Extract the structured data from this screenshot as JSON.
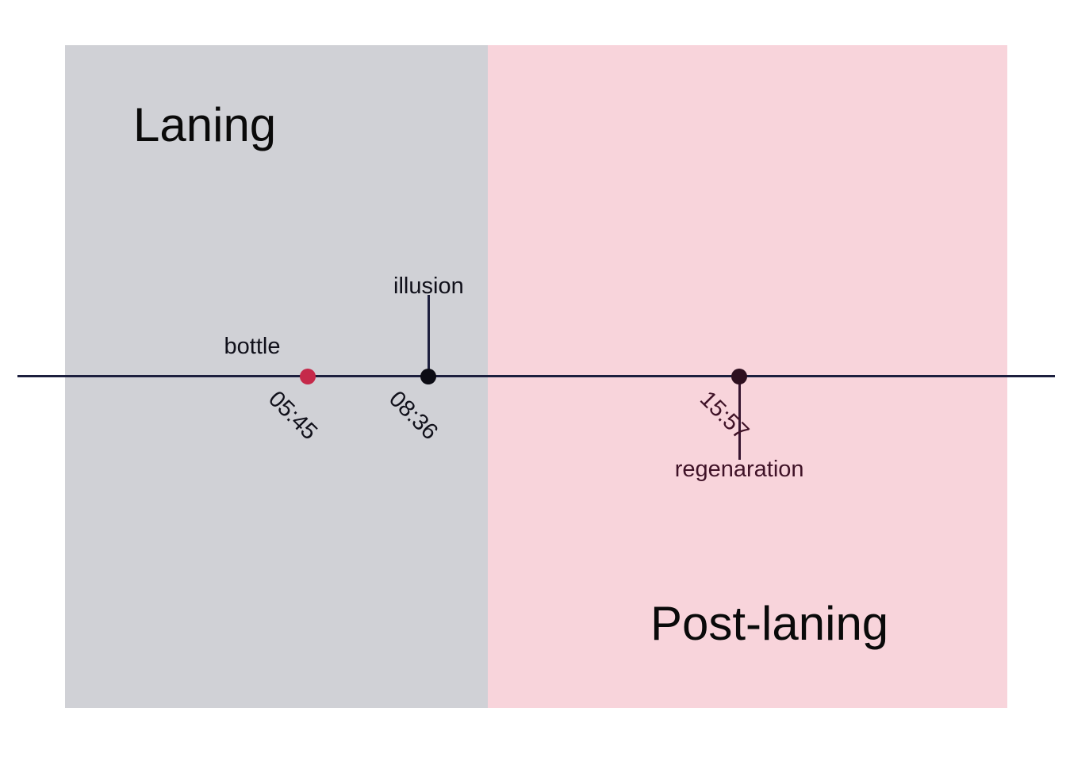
{
  "chart_data": {
    "type": "scatter",
    "title": "",
    "layout_hints": {
      "axis_orientation": "horizontal",
      "legend": "none",
      "grid": "off",
      "time_axis_start": "00:00",
      "phase_split_time": "10:00"
    },
    "axis": {
      "color": "#1c1f3e"
    },
    "phases": [
      {
        "label": "Laning",
        "color": "#d0d1d6",
        "text_color": "#0a0a0a"
      },
      {
        "label": "Post-laning",
        "color": "#f8d4db",
        "text_color": "#0a0a0a"
      }
    ],
    "events": [
      {
        "label": "bottle",
        "time": "05:45",
        "dot_color": "#c5294a",
        "label_color": "#10101a",
        "time_color": "#10101a",
        "placement": "above-left",
        "stem": "none",
        "stem_color": ""
      },
      {
        "label": "illusion",
        "time": "08:36",
        "dot_color": "#0c0c14",
        "label_color": "#10101a",
        "time_color": "#10101a",
        "placement": "above",
        "stem": "up",
        "stem_color": "#1c1f3e"
      },
      {
        "label": "regenaration",
        "time": "15:57",
        "dot_color": "#2d0f1f",
        "label_color": "#3f1227",
        "time_color": "#3f1227",
        "placement": "below",
        "stem": "down",
        "stem_color": "#361530"
      }
    ]
  }
}
